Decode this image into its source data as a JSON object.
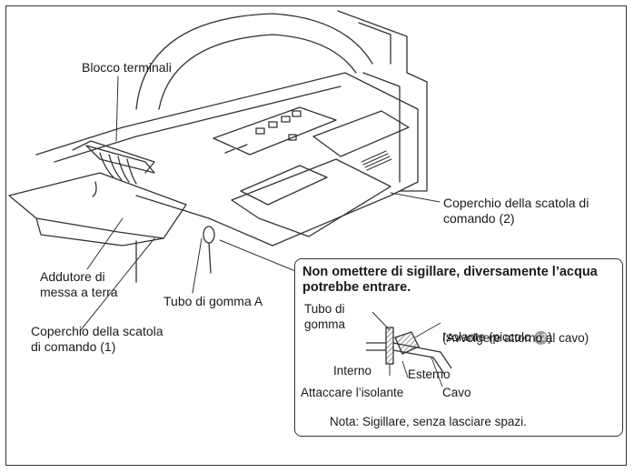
{
  "labels": {
    "terminal_block": "Blocco terminali",
    "cover_2": "Coperchio della scatola di\ncomando (2)",
    "ground_lead": "Addutore di\nmessa a terra",
    "rubber_tube_a": "Tubo di gomma A",
    "cover_1": "Coperchio della scatola\ndi comando (1)"
  },
  "callout": {
    "title": "Non omettere di sigillare, diversamente l’acqua potrebbe entrare.",
    "rubber_tube": "Tubo di\ngomma",
    "insulation_prefix": "Isolante (piccolo ",
    "insulation_badge": "12",
    "insulation_suffix": ")",
    "wrap_note": "(Avvolgere attorno al cavo)",
    "inside": "Interno",
    "outside": "Esterno",
    "attach": "Attaccare l’isolante",
    "cable": "Cavo",
    "note": "Nota: Sigillare, senza lasciare spazi."
  },
  "colors": {
    "line": "#333333",
    "hatch": "#555555",
    "paper": "#ffffff"
  }
}
